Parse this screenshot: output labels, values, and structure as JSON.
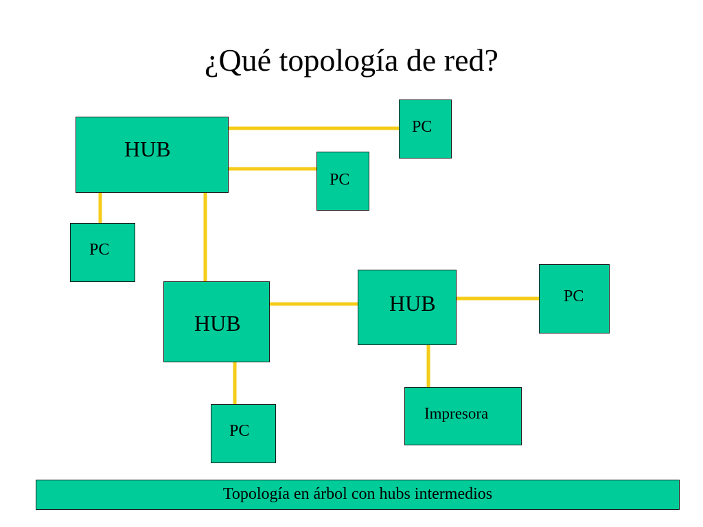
{
  "slide": {
    "title": "¿Qué topología de red?",
    "caption": "Topología en árbol con hubs intermedios"
  },
  "diagram": {
    "nodes": {
      "hub_top": "HUB",
      "hub_bottom_left": "HUB",
      "hub_bottom_right": "HUB",
      "pc_top_right": "PC",
      "pc_top_middle": "PC",
      "pc_left": "PC",
      "pc_right": "PC",
      "pc_bottom": "PC",
      "printer": "Impresora"
    },
    "colors": {
      "node_fill": "#00cc99",
      "link": "#f5cc1a",
      "border": "#1a1a1a"
    }
  }
}
